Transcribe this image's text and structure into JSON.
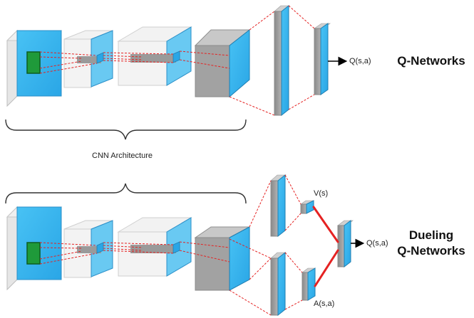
{
  "labels": {
    "q_output": "Q(s,a)",
    "cnn_architecture": "CNN Architecture",
    "value_stream": "V(s)",
    "advantage_stream": "A(s,a)",
    "dueling_q_output": "Q(s,a)"
  },
  "titles": {
    "q_networks": "Q-Networks",
    "dueling_line1": "Dueling",
    "dueling_line2": "Q-Networks"
  },
  "colors": {
    "face_blue": "#37b5f0",
    "side_gray": "#9e9e9e",
    "top_gray": "#d4d4d4",
    "kernel_green": "#1f9a3a",
    "connection_red": "#e52222",
    "brace": "#333333"
  }
}
